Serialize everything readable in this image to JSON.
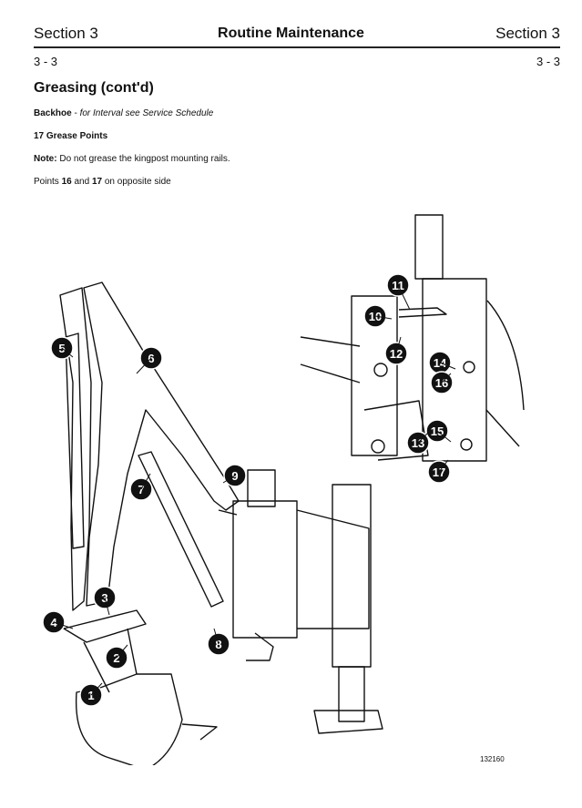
{
  "header": {
    "left": "Section 3",
    "center": "Routine Maintenance",
    "right": "Section 3"
  },
  "page": {
    "left": "3 - 3",
    "right": "3 - 3"
  },
  "heading": "Greasing (cont'd)",
  "backhoe": {
    "label": "Backhoe",
    "sep": " - ",
    "note": "for Interval see Service Schedule"
  },
  "points_title": "17 Grease Points",
  "note": {
    "label": "Note:",
    "text": " Do not grease the kingpost mounting rails."
  },
  "opposite": {
    "pre": "Points ",
    "a": "16",
    "mid": " and ",
    "b": "17",
    "post": " on opposite side"
  },
  "figure": {
    "code": "132160",
    "callouts": [
      "1",
      "2",
      "3",
      "4",
      "5",
      "6",
      "7",
      "8",
      "9",
      "10",
      "11",
      "12",
      "13",
      "14",
      "15",
      "16",
      "17"
    ]
  }
}
